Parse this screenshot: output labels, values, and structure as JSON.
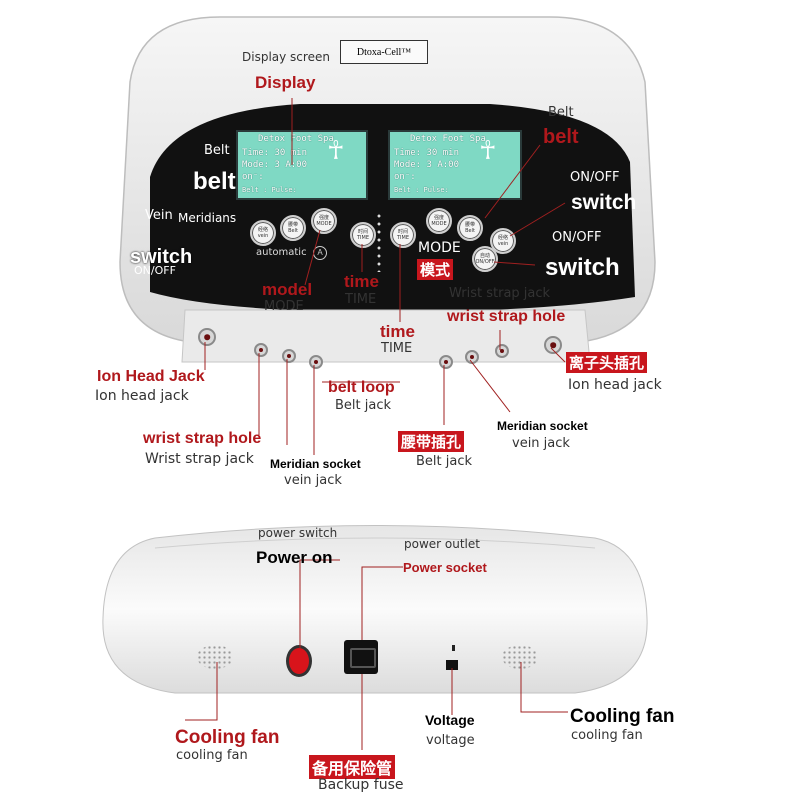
{
  "brand": "Dtoxa-Cell™",
  "top_labels": {
    "display_screen": "Display screen",
    "display": "Display",
    "belt_left_thin": "Belt",
    "belt_left_bold": "belt",
    "vein_left": "Vein",
    "meridians": "Meridians",
    "switch_left": "switch",
    "onoff_left": "ON/OFF",
    "automatic": "automatic",
    "model": "model",
    "mode_left": "MODE",
    "time_bold_1": "time",
    "time_thin_1": "TIME",
    "time_bold_2": "time",
    "time_thin_2": "TIME",
    "belt_right_thin": "Belt",
    "belt_right_bold": "belt",
    "onoff_right_thin": "ON/OFF",
    "switch_right_1": "switch",
    "onoff_right_2": "ON/OFF",
    "switch_right_2": "switch",
    "mode_right": "MODE",
    "mode_cn": "模式",
    "wrist_strap_jack_right": "Wrist strap jack",
    "wrist_strap_hole_right": "wrist strap hole",
    "ion_head_cn": "离子头插孔",
    "ion_head_jack_right": "Ion head jack",
    "ion_head_jack_bold": "Ion Head Jack",
    "ion_head_jack_left": "Ion head jack",
    "belt_loop": "belt loop",
    "belt_jack_mid": "Belt jack",
    "wrist_strap_hole_left": "wrist strap hole",
    "wrist_strap_jack_left": "Wrist strap jack",
    "meridian_socket_left": "Meridian socket",
    "vein_jack_left": "vein jack",
    "belt_cn": "腰带插孔",
    "belt_jack_right": "Belt jack",
    "meridian_socket_right": "Meridian socket",
    "vein_jack_right": "vein jack"
  },
  "lcd": {
    "title": "Detox Foot Spa",
    "time_line": "Time: 30 min",
    "mode_line": "Mode: 3  A:00",
    "on_line": "on⁻:",
    "status_line": "Belt :        Pulse:"
  },
  "buttons": {
    "vein": [
      "经络",
      "vein"
    ],
    "belt": [
      "腰带",
      "Belt"
    ],
    "mode": [
      "强度",
      "MODE"
    ],
    "time": [
      "时间",
      "TIME"
    ],
    "auto": [
      "自动",
      "ON/OFF"
    ]
  },
  "bottom_labels": {
    "power_switch": "power switch",
    "power_on": "Power on",
    "power_outlet": "power outlet",
    "power_socket": "Power socket",
    "cooling_fan_left_bold": "Cooling fan",
    "cooling_fan_left_thin": "cooling fan",
    "voltage_bold": "Voltage",
    "voltage_thin": "voltage",
    "cooling_fan_right_bold": "Cooling fan",
    "cooling_fan_right_thin": "cooling fan",
    "backup_fuse_cn": "备用保险管",
    "backup_fuse": "Backup fuse"
  },
  "colors": {
    "label_red": "#b0181c",
    "tag_red": "#c8161d",
    "panel_black": "#111111",
    "lcd": "#7fd9c4",
    "power_button": "#d8141b"
  }
}
